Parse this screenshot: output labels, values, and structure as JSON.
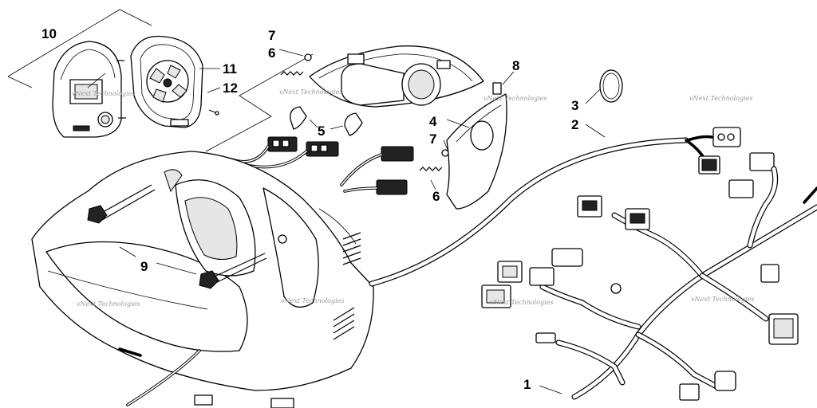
{
  "callouts": {
    "c1": "1",
    "c2": "2",
    "c3": "3",
    "c4": "4",
    "c5": "5",
    "c6a": "6",
    "c6b": "6",
    "c7a": "7",
    "c7b": "7",
    "c8": "8",
    "c9": "9",
    "c10": "10",
    "c11": "11",
    "c12": "12"
  },
  "watermark": "vNext Technologies",
  "icons": {
    "speedometer": "speedometer-icon",
    "bezel": "gauge-bezel-icon",
    "headlight": "headlight-icon",
    "connector": "connector-icon",
    "harness": "wiring-harness-icon"
  }
}
